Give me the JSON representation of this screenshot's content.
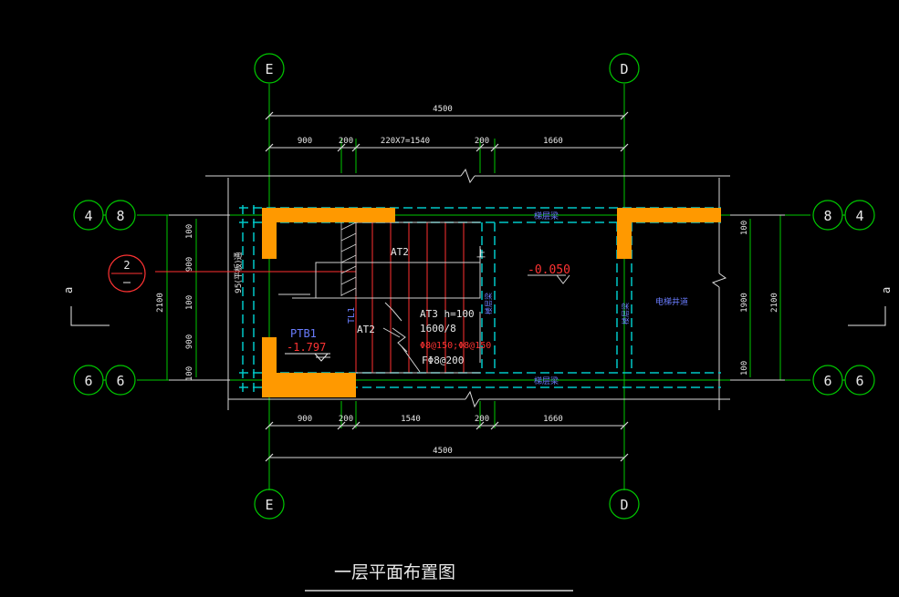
{
  "axis_labels": {
    "e_top": "E",
    "d_top": "D",
    "e_bottom": "E",
    "d_bottom": "D",
    "left_4": "4",
    "left_8": "8",
    "left_6a": "6",
    "left_6b": "6",
    "right_8": "8",
    "right_4": "4",
    "right_6a": "6",
    "right_6b": "6"
  },
  "dims": {
    "top_total": "4500",
    "top_900": "900",
    "top_200a": "200",
    "top_stair": "220X7=1540",
    "top_200b": "200",
    "top_1660": "1660",
    "bot_900": "900",
    "bot_200a": "200",
    "bot_1540": "1540",
    "bot_200b": "200",
    "bot_1660": "1660",
    "bot_total": "4500",
    "left_100a": "100",
    "left_900a": "900",
    "left_100b": "100",
    "left_900b": "900",
    "left_100c": "100",
    "left_2100": "2100",
    "right_100a": "100",
    "right_1900": "1900",
    "right_100b": "100",
    "right_2100": "2100"
  },
  "section": {
    "number": "2",
    "left_mark": "a",
    "right_mark": "a"
  },
  "labels": {
    "at2_upper": "AT2",
    "at2_lower": "AT2",
    "at3": "AT3 h=100",
    "at3_spec": "1600/8",
    "rebar_red": "Φ8@150;Φ8@150",
    "rebar_white": "FΦ8@200",
    "ptb1": "PTB1",
    "level_left": "-1.797",
    "level_mid": "-0.050",
    "up": "上",
    "tl1": "TL1",
    "beam_top": "梯层梁",
    "beam_bottom": "梯层梁",
    "elevator": "电梯井道",
    "left_wall_note": "95(平板)通",
    "vbeam1": "楼层梁",
    "vbeam2": "楼层梁"
  },
  "title": "一层平面布置图",
  "colors": {
    "background": "#000000",
    "wall": "#ff9900",
    "axis_line": "#00ff00",
    "beam_dash": "#00c8c8",
    "stair_line": "#ff3030",
    "text": "#e8e8e8",
    "note_blue": "#6a7dff",
    "rebar_red": "#ff3333",
    "section_bubble": "#ff3333",
    "grid_line": "#d0d0d0"
  }
}
